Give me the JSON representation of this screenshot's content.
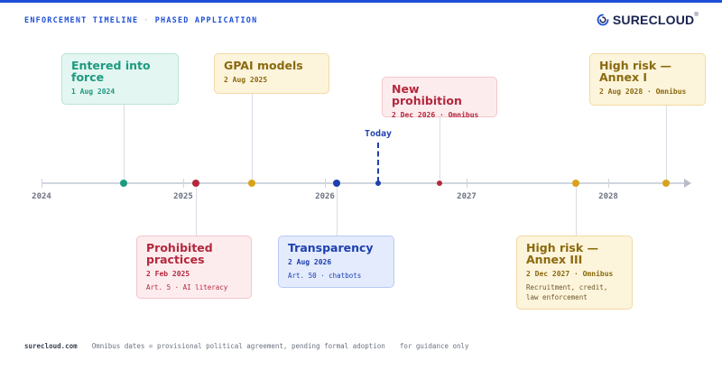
{
  "header": {
    "title": "ENFORCEMENT TIMELINE",
    "separator": "·",
    "subtitle": "PHASED APPLICATION"
  },
  "logo": {
    "text": "SURECLOUD",
    "mark": "®",
    "icon": "surecloud-logo-icon"
  },
  "colors": {
    "accent": "#1e4fd8",
    "green": "#1d9a80",
    "red": "#b3283d",
    "gold": "#d9a21b",
    "blue": "#1e40af"
  },
  "axis": {
    "years": [
      "2024",
      "2025",
      "2026",
      "2027",
      "2028"
    ]
  },
  "today": {
    "label": "Today",
    "date": "2026-05"
  },
  "milestones": [
    {
      "id": "entered",
      "title": "Entered into force",
      "date": "1 Aug 2024",
      "color": "green"
    },
    {
      "id": "prohibited",
      "title": "Prohibited practices",
      "date": "2 Feb 2025",
      "note": "Art. 5 · AI literacy",
      "color": "red"
    },
    {
      "id": "gpai",
      "title": "GPAI models",
      "date": "2 Aug 2025",
      "color": "gold"
    },
    {
      "id": "transparency",
      "title": "Transparency",
      "date": "2 Aug 2026",
      "note": "Art. 50 · chatbots",
      "color": "blue"
    },
    {
      "id": "new-prohibition",
      "title": "New prohibition",
      "date": "2 Dec 2026 · Omnibus",
      "color": "red"
    },
    {
      "id": "annex3",
      "title": "High risk — Annex III",
      "date": "2 Dec 2027 · Omnibus",
      "note": "Recruitment, credit, law enforcement",
      "color": "gold"
    },
    {
      "id": "annex1",
      "title": "High risk — Annex I",
      "date": "2 Aug 2028 · Omnibus",
      "color": "gold"
    }
  ],
  "footer": {
    "site": "surecloud.com",
    "disclaimer": "Omnibus dates = provisional political agreement, pending formal adoption",
    "guidance": "for guidance only"
  }
}
